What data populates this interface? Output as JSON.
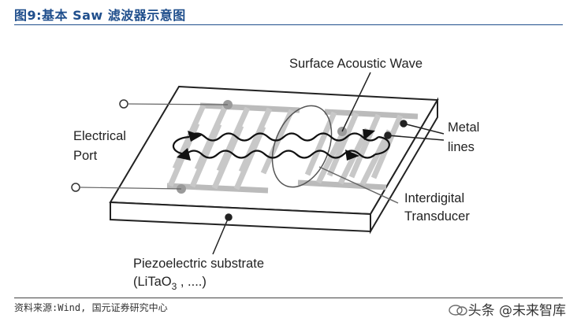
{
  "header": {
    "title": "图9:基本 Saw 滤波器示意图"
  },
  "diagram": {
    "labels": {
      "surface_wave": "Surface Acoustic Wave",
      "electrical_port_1": "Electrical",
      "electrical_port_2": "Port",
      "metal_lines_1": "Metal",
      "metal_lines_2": "lines",
      "idt_1": "Interdigital",
      "idt_2": "Transducer",
      "substrate_1": "Piezoelectric substrate",
      "substrate_2a": "(LiTaO",
      "substrate_sub": "3",
      "substrate_2b": " , ....)"
    },
    "colors": {
      "line": "#222222",
      "finger": "#cccccc",
      "finger_stroke": "#aaaaaa",
      "dot": "#999999"
    }
  },
  "footer": {
    "source": "资料来源:Wind, 国元证券研究中心",
    "watermark": "头条 @未来智库"
  }
}
